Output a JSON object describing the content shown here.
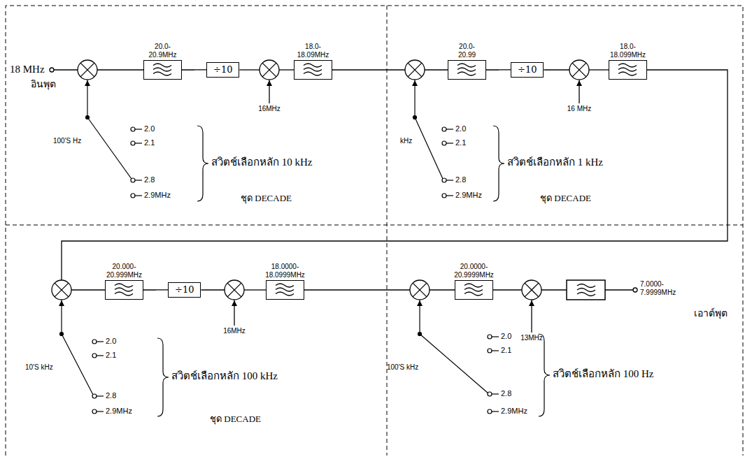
{
  "diagram": {
    "nodes": [
      {
        "text": [
          "20.0- 20.9MHz"
        ]
      },
      {
        "text": [
          "÷10"
        ]
      },
      {
        "text": [
          "18.0- 18.09MHz"
        ]
      },
      {
        "text": [
          "20.0- 20.99"
        ]
      },
      {
        "text": [
          "÷10"
        ]
      },
      {
        "text": [
          "18.0- 18.099MHz"
        ]
      },
      {
        "text": [
          "20.000- 20.999MHz"
        ]
      },
      {
        "text": [
          "÷10"
        ]
      },
      {
        "text": [
          "18.0000- 18.0999MHz"
        ]
      },
      {
        "text": [
          "20.0000- 20.9999MHz"
        ]
      }
    ],
    "edges": [
      {
        "from": 0,
        "to": 1,
        "arrow": "none"
      },
      {
        "from": 3,
        "to": 4,
        "arrow": "none"
      },
      {
        "from": 6,
        "to": 7,
        "arrow": "none"
      }
    ],
    "labels": [
      "18 MHz",
      "อินพุต",
      "16MHz",
      "100'S Hz",
      "2.0",
      "2.1",
      "2.8",
      "2.9MHz",
      "สวิตช์เลือกหลัก 10 kHz",
      "ชุด DECADE",
      "kHz",
      "2.0",
      "2.1",
      "2.8",
      "2.9MHz",
      "สวิตช์เลือกหลัก 1 kHz",
      "ชุด DECADE",
      "16 MHz",
      "16MHz",
      "10'S kHz",
      "2.0",
      "2.1",
      "2.8",
      "2.9MHz",
      "สวิตช์เลือกหลัก 100 kHz",
      "ชุด DECADE",
      "13MHz",
      "100'S kHz",
      "2.0",
      "2.1",
      "2.8",
      "2.9MHz",
      "สวิตช์เลือกหลัก 100 Hz",
      "7.0000- 7.9999MHz",
      "เอาต์พุต"
    ]
  }
}
